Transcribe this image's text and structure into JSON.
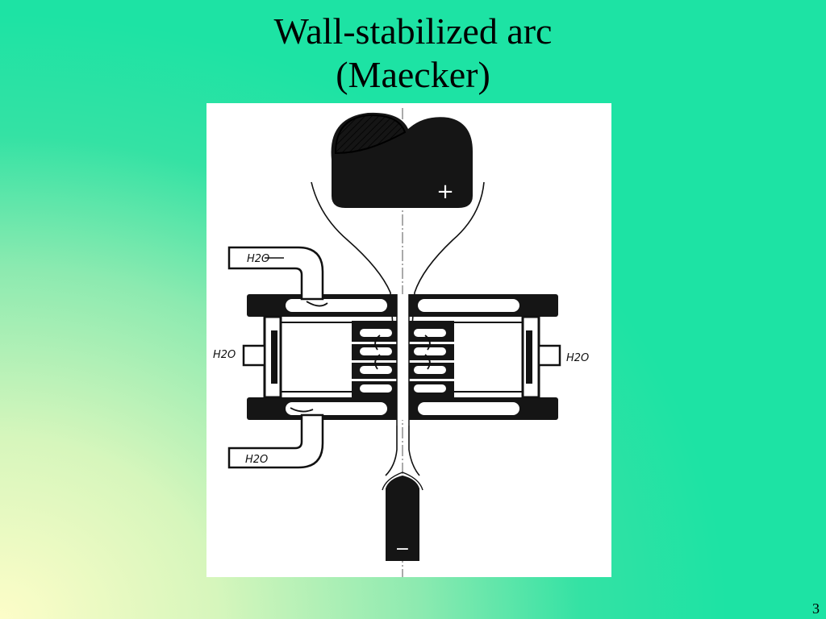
{
  "slide": {
    "title_line1": "Wall-stabilized arc",
    "title_line2": "(Maecker)",
    "page_number": "3"
  },
  "diagram": {
    "anode_symbol": "+",
    "cathode_symbol": "−",
    "water_labels": [
      "H2O",
      "H2O",
      "H2O",
      "H2O"
    ]
  }
}
